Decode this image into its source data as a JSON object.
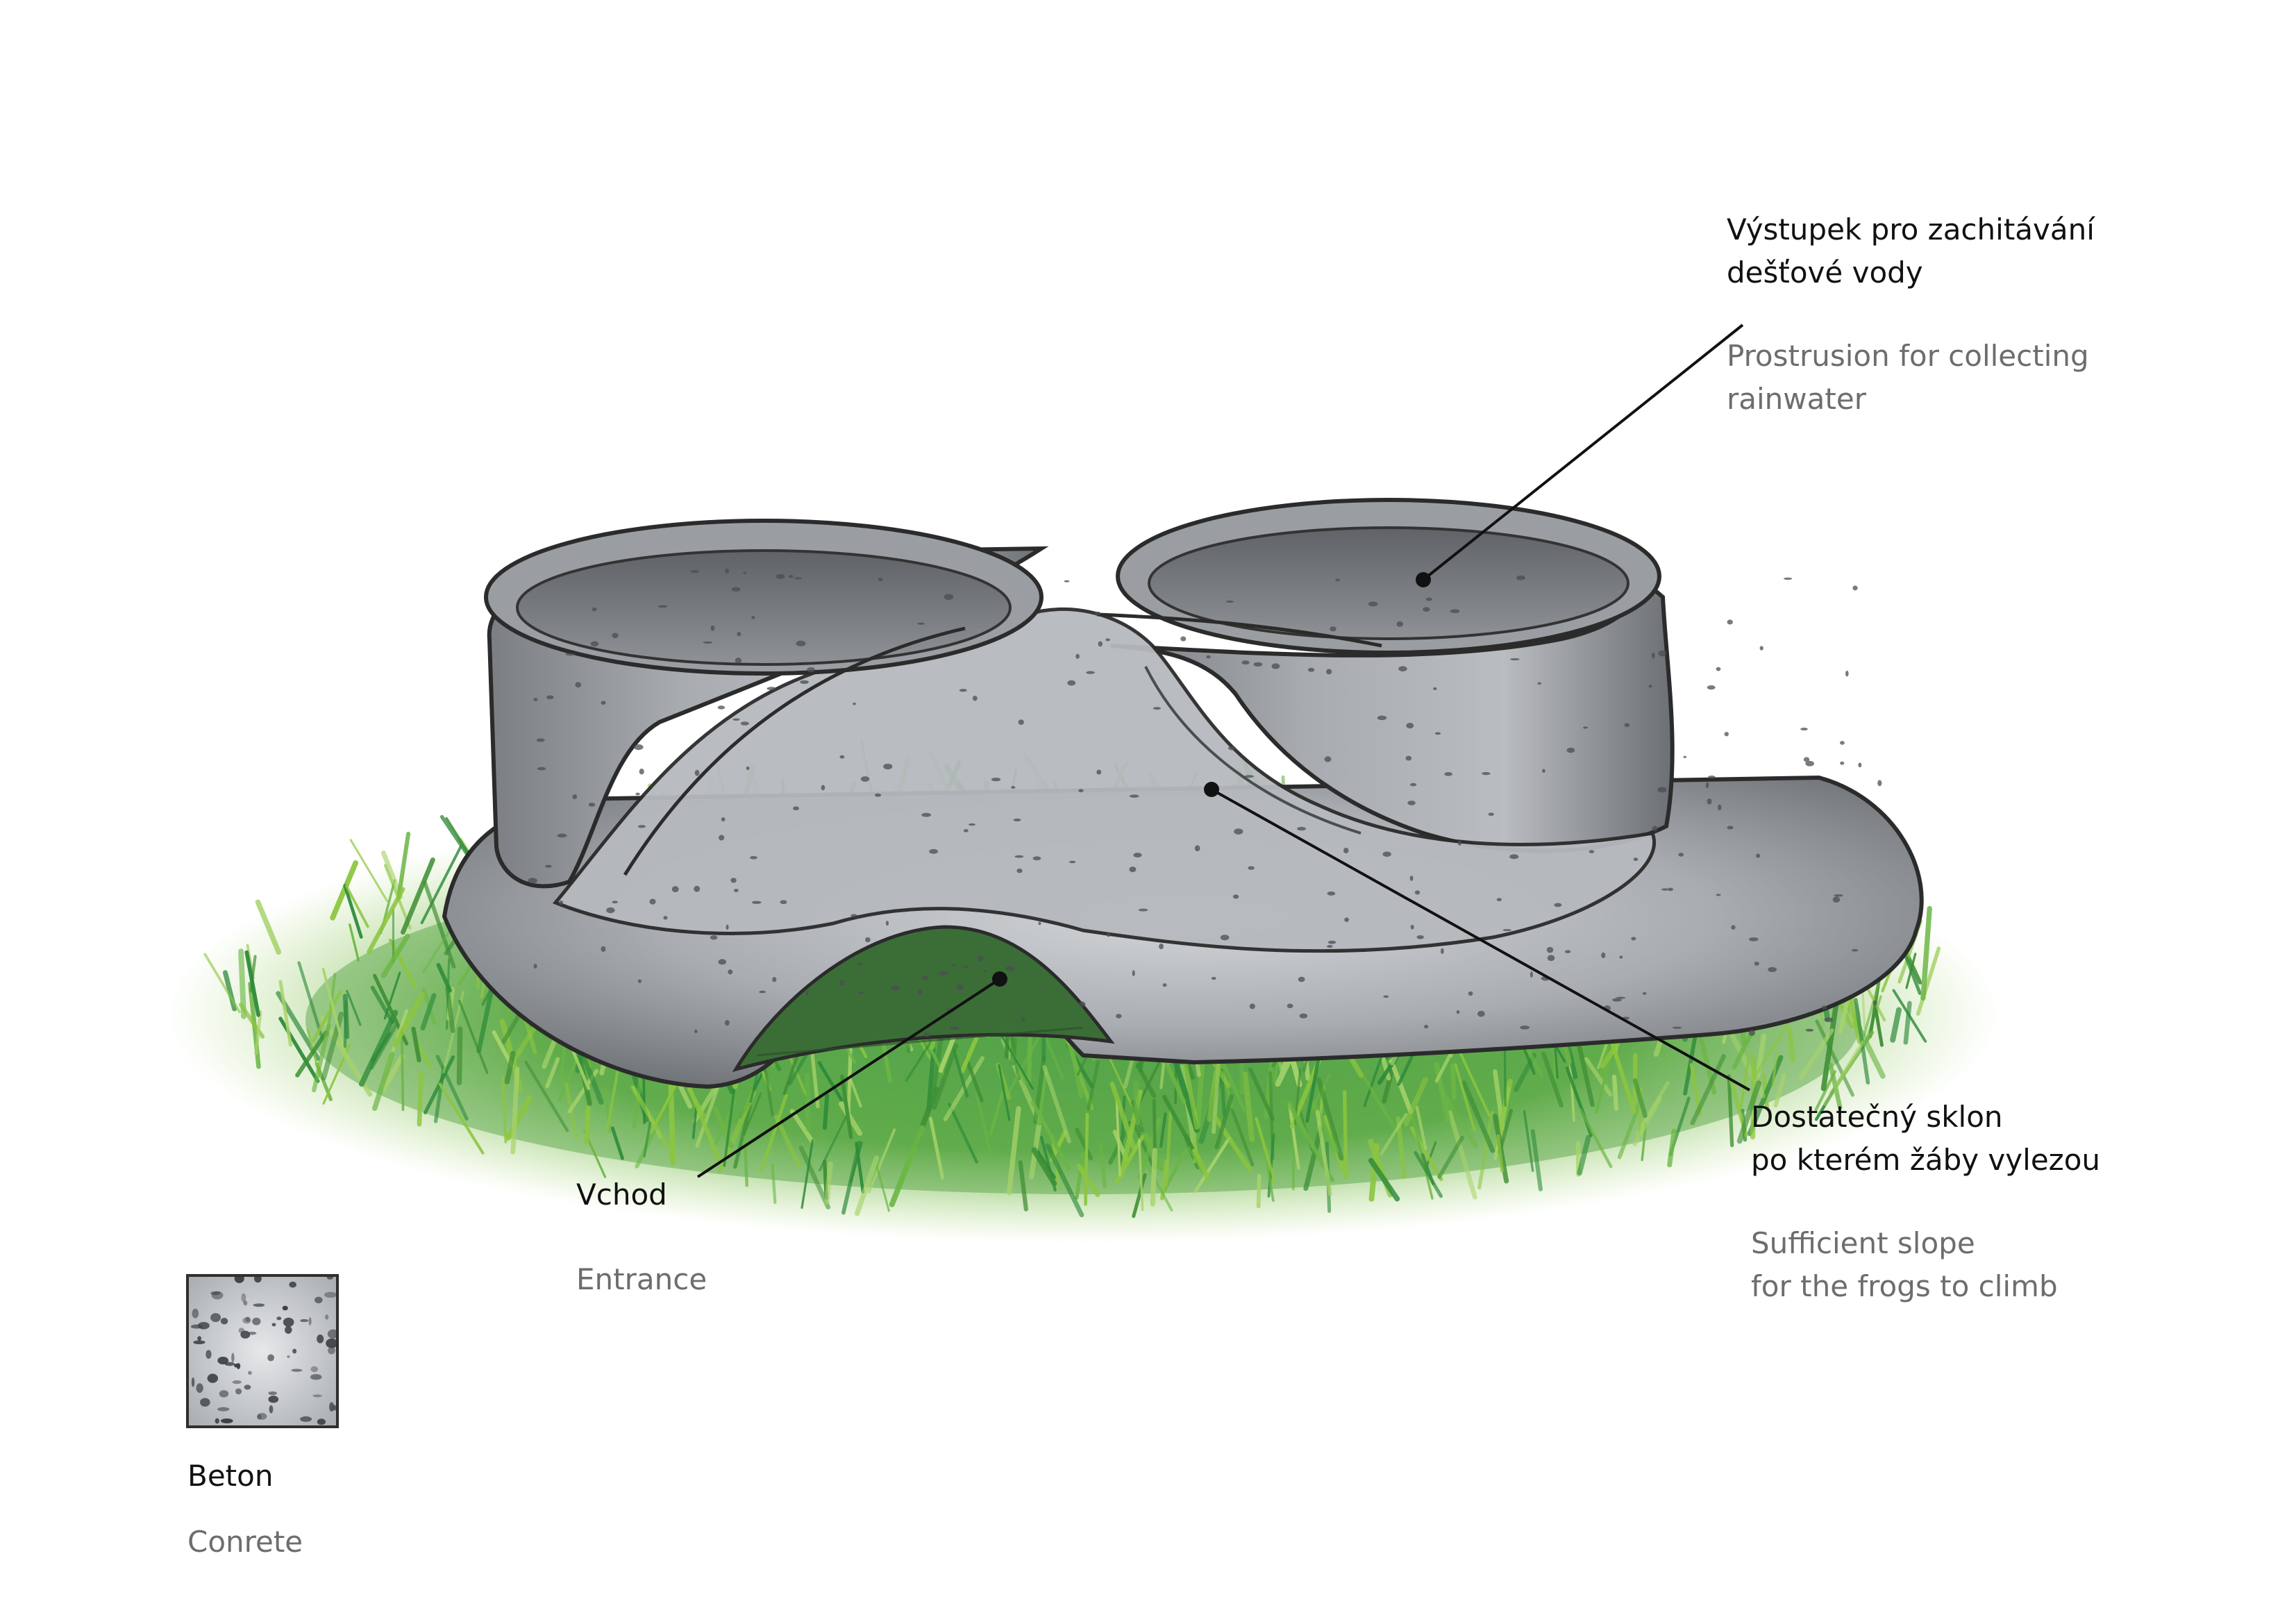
{
  "annotations": {
    "rainwater": {
      "cz": [
        "Výstupek pro zachitávání",
        "dešťové vody"
      ],
      "en": [
        "Prostrusion for collecting",
        "rainwater"
      ]
    },
    "slope": {
      "cz": [
        "Dostatečný sklon",
        "po kterém žáby vylezou"
      ],
      "en": [
        "Sufficient slope",
        "for the frogs to climb"
      ]
    },
    "entrance": {
      "cz": [
        "Vchod"
      ],
      "en": [
        "Entrance"
      ]
    }
  },
  "legend": {
    "material_cz": "Beton",
    "material_en": "Conrete"
  },
  "colors": {
    "grass_light": "#8cc63f",
    "grass_dark": "#2e8b3a",
    "concrete_light": "#c9ccd0",
    "concrete_mid": "#9a9ea3",
    "concrete_dark": "#5f6368",
    "outline": "#2b2b2b",
    "label_primary": "#111111",
    "label_secondary": "#6d6d6d"
  }
}
